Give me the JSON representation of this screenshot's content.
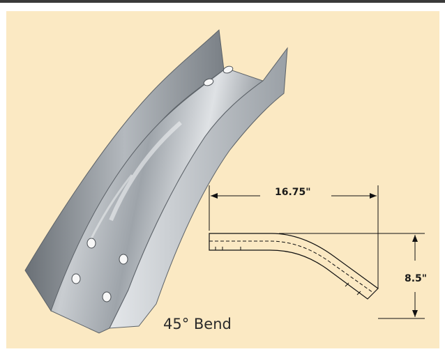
{
  "product": {
    "caption": "45° Bend"
  },
  "dimensions": {
    "width_label": "16.75\"",
    "height_label": "8.5\""
  },
  "colors": {
    "background": "#fbe9c3",
    "metal_light": "#d9dcdf",
    "metal_dark": "#5f656b",
    "line": "#111111"
  }
}
